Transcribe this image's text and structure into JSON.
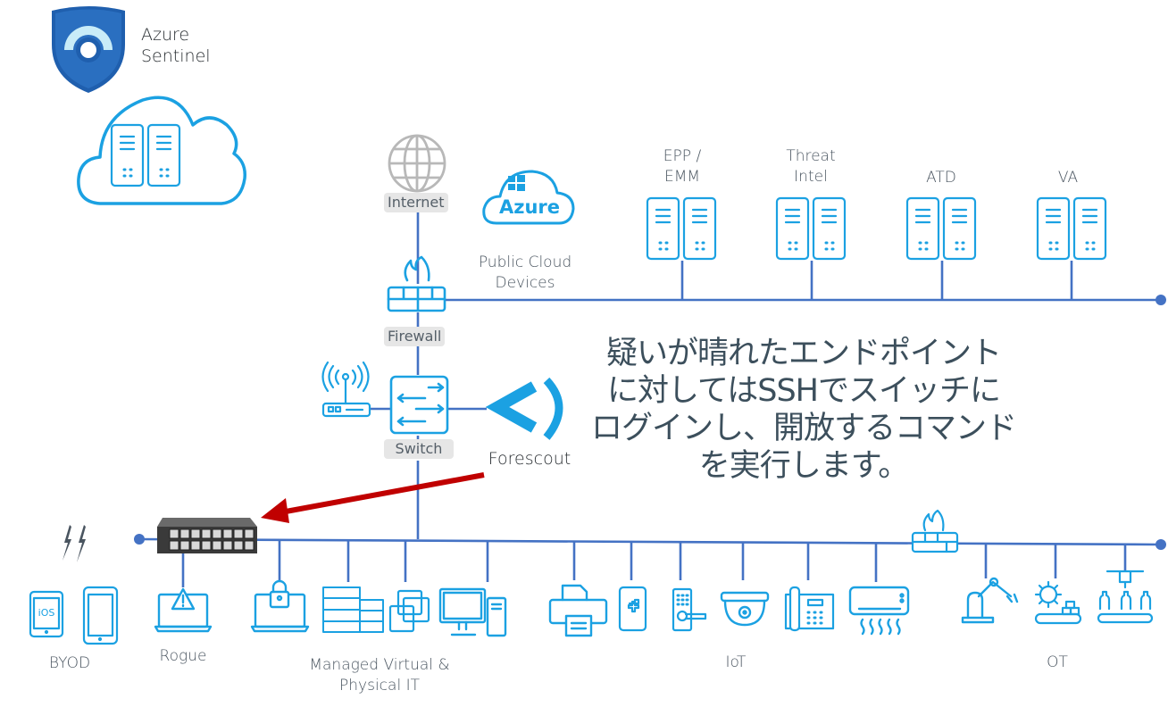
{
  "title": {
    "product_line1": "Azure",
    "product_line2": "Sentinel"
  },
  "top_network": {
    "internet_label": "Internet",
    "cloud_badge": "Azure",
    "public_cloud_label": "Public Cloud\nDevices",
    "firewall_label": "Firewall",
    "switch_label": "Switch",
    "forescout_label": "Forescout",
    "servers": [
      {
        "label": "EPP /\nEMM"
      },
      {
        "label": "Threat\nIntel"
      },
      {
        "label": "ATD"
      },
      {
        "label": "VA"
      }
    ]
  },
  "callout": {
    "text": "疑いが晴れたエンドポイント\nに対してはSSHでスイッチに\nログインし、開放するコマンド\nを実行します。"
  },
  "bottom_network": {
    "groups": [
      {
        "label": "BYOD",
        "ios_text": "iOS"
      },
      {
        "label": "Rogue"
      },
      {
        "label": "Managed Virtual &\nPhysical  IT"
      },
      {
        "label": "IoT"
      },
      {
        "label": "OT"
      }
    ]
  },
  "colors": {
    "icon": "#1ba1e2",
    "line": "#4472c4",
    "arrow": "#c00000",
    "text": "#4a5560",
    "callout": "#3c4f5c",
    "shield": "#1f5fae"
  }
}
